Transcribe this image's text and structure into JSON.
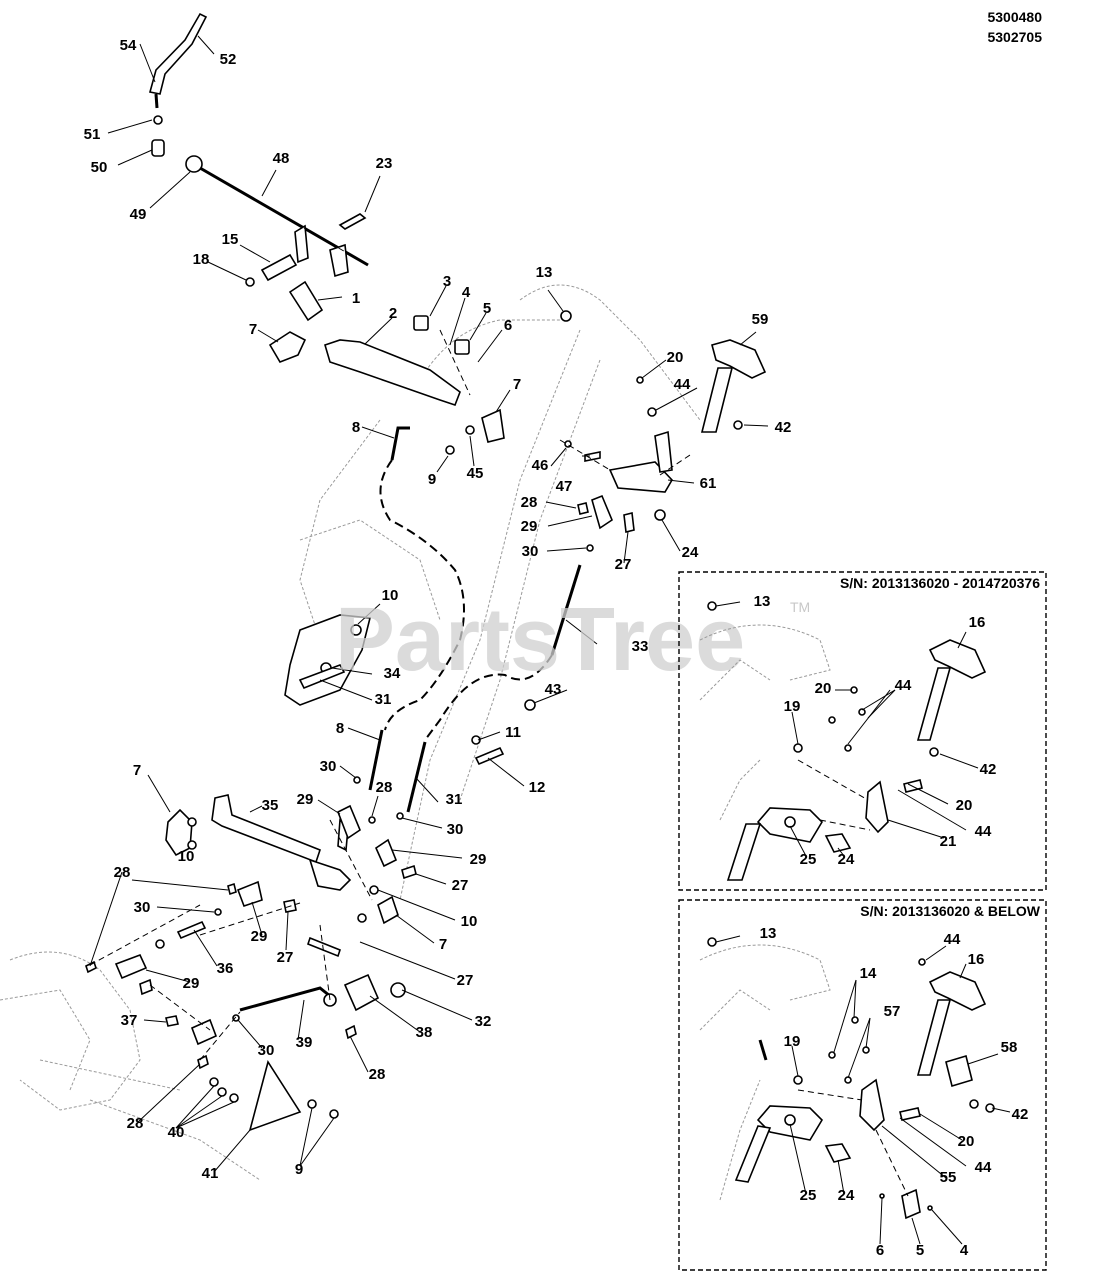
{
  "header": {
    "model_1": "5300480",
    "model_2": "5302705"
  },
  "watermark": {
    "text": "PartsTree",
    "tm": "TM"
  },
  "insets": [
    {
      "title": "S/N: 2013136020 - 2014720376"
    },
    {
      "title": "S/N: 2013136020 & BELOW"
    }
  ],
  "callouts": {
    "main": [
      "54",
      "52",
      "51",
      "50",
      "48",
      "49",
      "23",
      "15",
      "18",
      "1",
      "3",
      "4",
      "2",
      "7",
      "5",
      "6",
      "8",
      "7",
      "9",
      "45",
      "13",
      "59",
      "20",
      "44",
      "42",
      "46",
      "47",
      "61",
      "28",
      "29",
      "30",
      "27",
      "24",
      "10",
      "33",
      "34",
      "31",
      "43",
      "8",
      "11",
      "12",
      "30",
      "28",
      "31",
      "7",
      "10",
      "35",
      "29",
      "30",
      "29",
      "27",
      "10",
      "7",
      "28",
      "30",
      "29",
      "36",
      "27",
      "29",
      "37",
      "27",
      "39",
      "30",
      "38",
      "32",
      "28",
      "28",
      "40",
      "41",
      "9"
    ],
    "inset_1": [
      "13",
      "16",
      "20",
      "44",
      "19",
      "42",
      "20",
      "44",
      "25",
      "24",
      "21"
    ],
    "inset_2": [
      "13",
      "44",
      "16",
      "14",
      "57",
      "58",
      "19",
      "42",
      "20",
      "44",
      "25",
      "24",
      "55",
      "6",
      "5",
      "4"
    ]
  }
}
